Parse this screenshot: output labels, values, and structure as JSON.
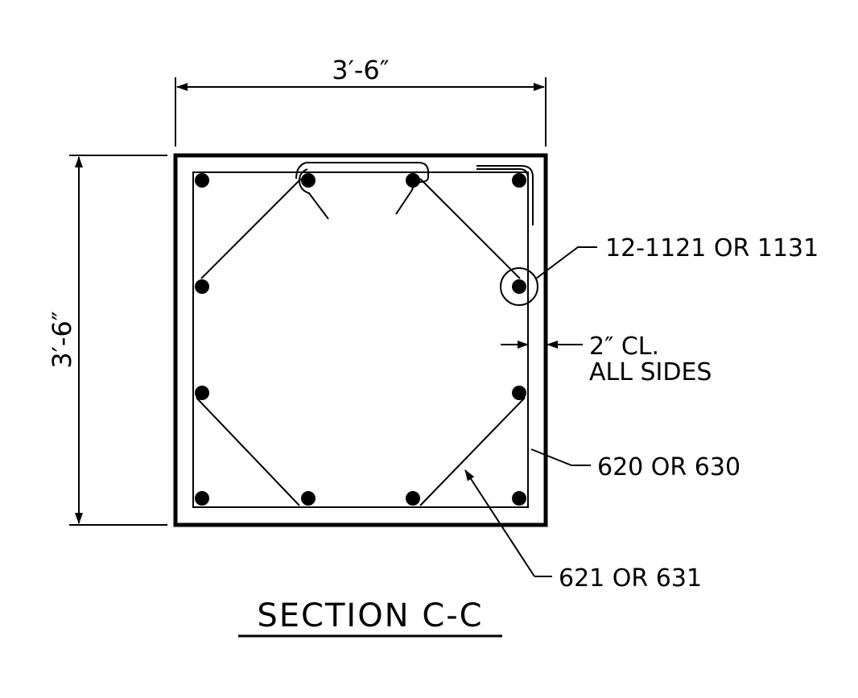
{
  "title": "SECTION C-C",
  "dimensions": {
    "width": "3′-6″",
    "height": "3′-6″"
  },
  "callouts": {
    "longitudinal_bars": "12-1121 OR 1131",
    "cover": "2″ CL.",
    "cover_note": "ALL SIDES",
    "hoop": "620 OR 630",
    "tie": "621 OR 631"
  },
  "bar_count": 12
}
